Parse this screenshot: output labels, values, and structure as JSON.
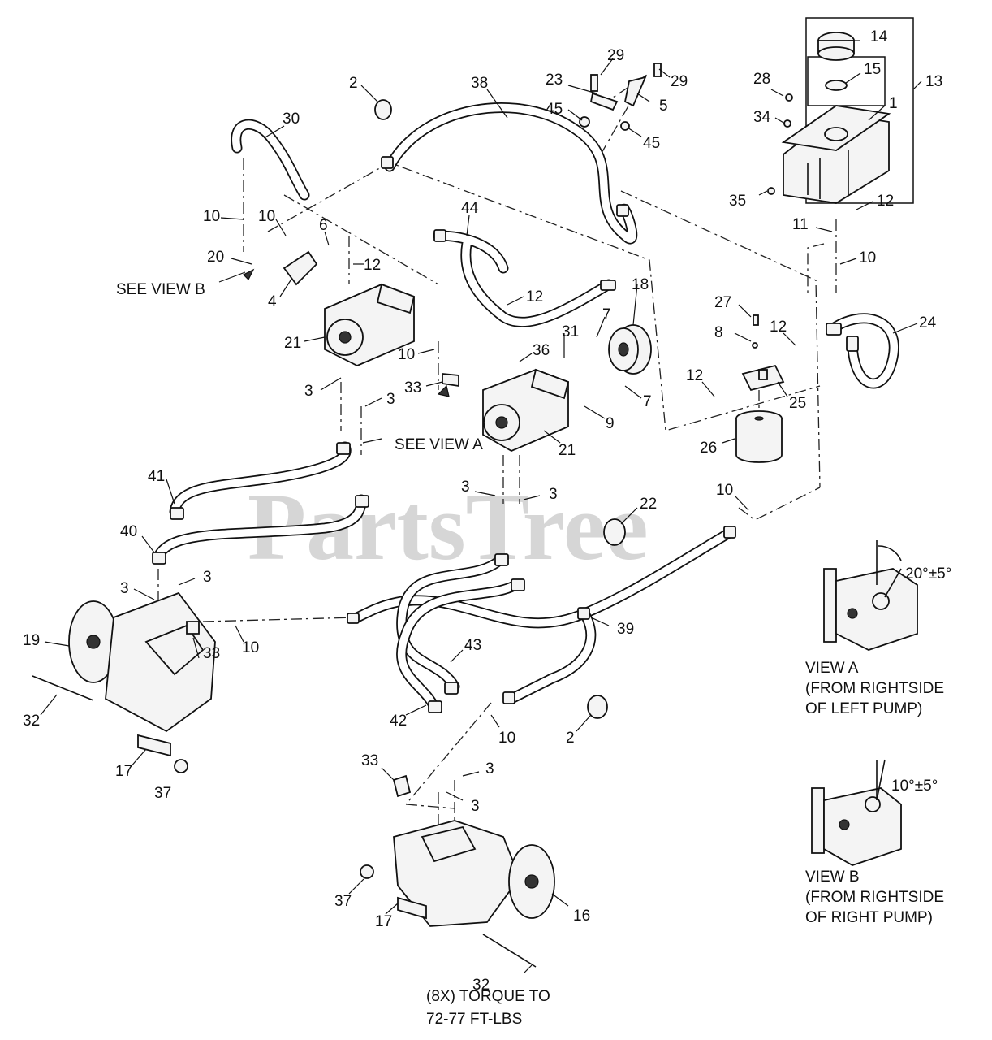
{
  "watermark": "PartsTree",
  "notes": {
    "see_view_b": "SEE VIEW B",
    "see_view_a": "SEE VIEW A",
    "view_a_title": "VIEW A",
    "view_a_line1": "(FROM RIGHTSIDE",
    "view_a_line2": "OF LEFT PUMP)",
    "view_a_angle": "20°±5°",
    "view_b_title": "VIEW B",
    "view_b_line1": "(FROM RIGHTSIDE",
    "view_b_line2": "OF RIGHT PUMP)",
    "view_b_angle": "10°±5°",
    "torque_line1": "(8X) TORQUE TO",
    "torque_line2": "72-77 FT-LBS"
  },
  "callouts": [
    {
      "id": "c14",
      "text": "14"
    },
    {
      "id": "c15",
      "text": "15"
    },
    {
      "id": "c13",
      "text": "13"
    },
    {
      "id": "c1",
      "text": "1"
    },
    {
      "id": "c28",
      "text": "28"
    },
    {
      "id": "c34",
      "text": "34"
    },
    {
      "id": "c35",
      "text": "35"
    },
    {
      "id": "c12a",
      "text": "12"
    },
    {
      "id": "c11",
      "text": "11"
    },
    {
      "id": "c10a",
      "text": "10"
    },
    {
      "id": "c24",
      "text": "24"
    },
    {
      "id": "c2a",
      "text": "2"
    },
    {
      "id": "c38",
      "text": "38"
    },
    {
      "id": "c29a",
      "text": "29"
    },
    {
      "id": "c29b",
      "text": "29"
    },
    {
      "id": "c23",
      "text": "23"
    },
    {
      "id": "c5",
      "text": "5"
    },
    {
      "id": "c45a",
      "text": "45"
    },
    {
      "id": "c45b",
      "text": "45"
    },
    {
      "id": "c30",
      "text": "30"
    },
    {
      "id": "c10b",
      "text": "10"
    },
    {
      "id": "c10c",
      "text": "10"
    },
    {
      "id": "c6",
      "text": "6"
    },
    {
      "id": "c20",
      "text": "20"
    },
    {
      "id": "c4",
      "text": "4"
    },
    {
      "id": "c12b",
      "text": "12"
    },
    {
      "id": "c44",
      "text": "44"
    },
    {
      "id": "c12c",
      "text": "12"
    },
    {
      "id": "c21a",
      "text": "21"
    },
    {
      "id": "c3a",
      "text": "3"
    },
    {
      "id": "c3b",
      "text": "3"
    },
    {
      "id": "c10d",
      "text": "10"
    },
    {
      "id": "c33a",
      "text": "33"
    },
    {
      "id": "c36",
      "text": "36"
    },
    {
      "id": "c31",
      "text": "31"
    },
    {
      "id": "c7a",
      "text": "7"
    },
    {
      "id": "c18",
      "text": "18"
    },
    {
      "id": "c7b",
      "text": "7"
    },
    {
      "id": "c9",
      "text": "9"
    },
    {
      "id": "c21b",
      "text": "21"
    },
    {
      "id": "c27",
      "text": "27"
    },
    {
      "id": "c8",
      "text": "8"
    },
    {
      "id": "c12d",
      "text": "12"
    },
    {
      "id": "c12e",
      "text": "12"
    },
    {
      "id": "c25",
      "text": "25"
    },
    {
      "id": "c26",
      "text": "26"
    },
    {
      "id": "c41",
      "text": "41"
    },
    {
      "id": "c40",
      "text": "40"
    },
    {
      "id": "c3c",
      "text": "3"
    },
    {
      "id": "c3d",
      "text": "3"
    },
    {
      "id": "c22",
      "text": "22"
    },
    {
      "id": "c10e",
      "text": "10"
    },
    {
      "id": "c3e",
      "text": "3"
    },
    {
      "id": "c3f",
      "text": "3"
    },
    {
      "id": "c19",
      "text": "19"
    },
    {
      "id": "c33b",
      "text": "33"
    },
    {
      "id": "c10f",
      "text": "10"
    },
    {
      "id": "c39",
      "text": "39"
    },
    {
      "id": "c32a",
      "text": "32"
    },
    {
      "id": "c17a",
      "text": "17"
    },
    {
      "id": "c37a",
      "text": "37"
    },
    {
      "id": "c43",
      "text": "43"
    },
    {
      "id": "c42",
      "text": "42"
    },
    {
      "id": "c10g",
      "text": "10"
    },
    {
      "id": "c2b",
      "text": "2"
    },
    {
      "id": "c33c",
      "text": "33"
    },
    {
      "id": "c3g",
      "text": "3"
    },
    {
      "id": "c3h",
      "text": "3"
    },
    {
      "id": "c37b",
      "text": "37"
    },
    {
      "id": "c17b",
      "text": "17"
    },
    {
      "id": "c16",
      "text": "16"
    },
    {
      "id": "c32b",
      "text": "32"
    }
  ]
}
